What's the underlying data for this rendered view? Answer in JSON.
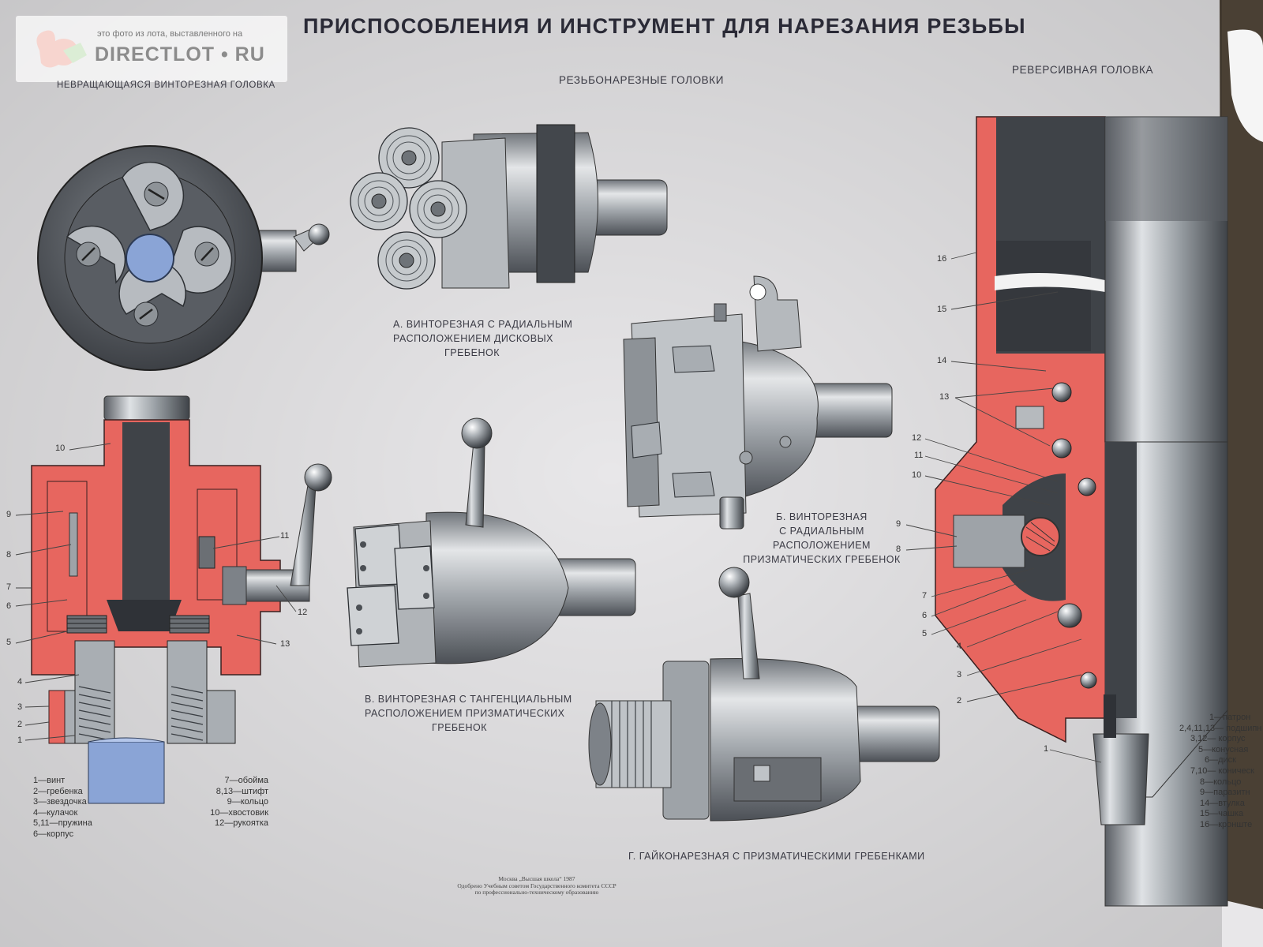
{
  "title": "ПРИСПОСОБЛЕНИЯ И ИНСТРУМЕНТ ДЛЯ НАРЕЗАНИЯ РЕЗЬБЫ",
  "watermark": {
    "caption": "это фото из лота, выставленного на",
    "brand": "DIRECTLOT • RU",
    "icon": "squirrel-logo-icon"
  },
  "sections": {
    "left": "НЕВРАЩАЮЩАЯСЯ ВИНТОРЕЗНАЯ ГОЛОВКА",
    "center": "РЕЗЬБОНАРЕЗНЫЕ ГОЛОВКИ",
    "right": "РЕВЕРСИВНАЯ ГОЛОВКА"
  },
  "captions": {
    "a": [
      "А. ВИНТОРЕЗНАЯ С РАДИАЛЬНЫМ",
      "РАСПОЛОЖЕНИЕМ ДИСКОВЫХ",
      "ГРЕБЕНОК"
    ],
    "b": [
      "Б. ВИНТОРЕЗНАЯ",
      "С РАДИАЛЬНЫМ",
      "РАСПОЛОЖЕНИЕМ",
      "ПРИЗМАТИЧЕСКИХ ГРЕБЕНОК"
    ],
    "v": [
      "В. ВИНТОРЕЗНАЯ С ТАНГЕНЦИАЛЬНЫМ",
      "РАСПОЛОЖЕНИЕМ ПРИЗМАТИЧЕСКИХ",
      "ГРЕБЕНОК"
    ],
    "g": "Г. ГАЙКОНАРЕЗНАЯ С ПРИЗМАТИЧЕСКИМИ ГРЕБЕНКАМИ"
  },
  "left_numbers": [
    "10",
    "9",
    "8",
    "7",
    "6",
    "5",
    "4",
    "3",
    "2",
    "1",
    "11",
    "12",
    "13"
  ],
  "right_numbers": [
    "16",
    "15",
    "14",
    "13",
    "12",
    "11",
    "10",
    "9",
    "8",
    "7",
    "6",
    "5",
    "4",
    "3",
    "2",
    "1"
  ],
  "legend_left_a": [
    "1—винт",
    "2—гребенка",
    "3—звездочка",
    "4—кулачок",
    "5,11—пружина",
    "6—корпус"
  ],
  "legend_left_b": [
    "7—обойма",
    "8,13—штифт",
    "9—кольцо",
    "10—хвостовик",
    "12—рукоятка"
  ],
  "legend_right": [
    "1—патрон",
    "2,4,11,13— подшипн",
    "3,12— корпус",
    "5—конусная",
    "6—диск",
    "7,10— коническ",
    "8—кольцо",
    "9—паразитн",
    "14—втулка",
    "15—чашка",
    "16—кронште"
  ],
  "footer_center": [
    "Москва „Высшая школа“ 1987",
    "Одобрено Учебным советом Государственного комитета СССР",
    "по профессионально-техническому образованию"
  ],
  "colors": {
    "paper": "#e9e8ea",
    "section_red": "#e7665f",
    "metal_dark": "#3d4146",
    "metal_mid": "#9ea3a8",
    "metal_light": "#d6d9dc",
    "blue_part": "#8aa4d6"
  }
}
